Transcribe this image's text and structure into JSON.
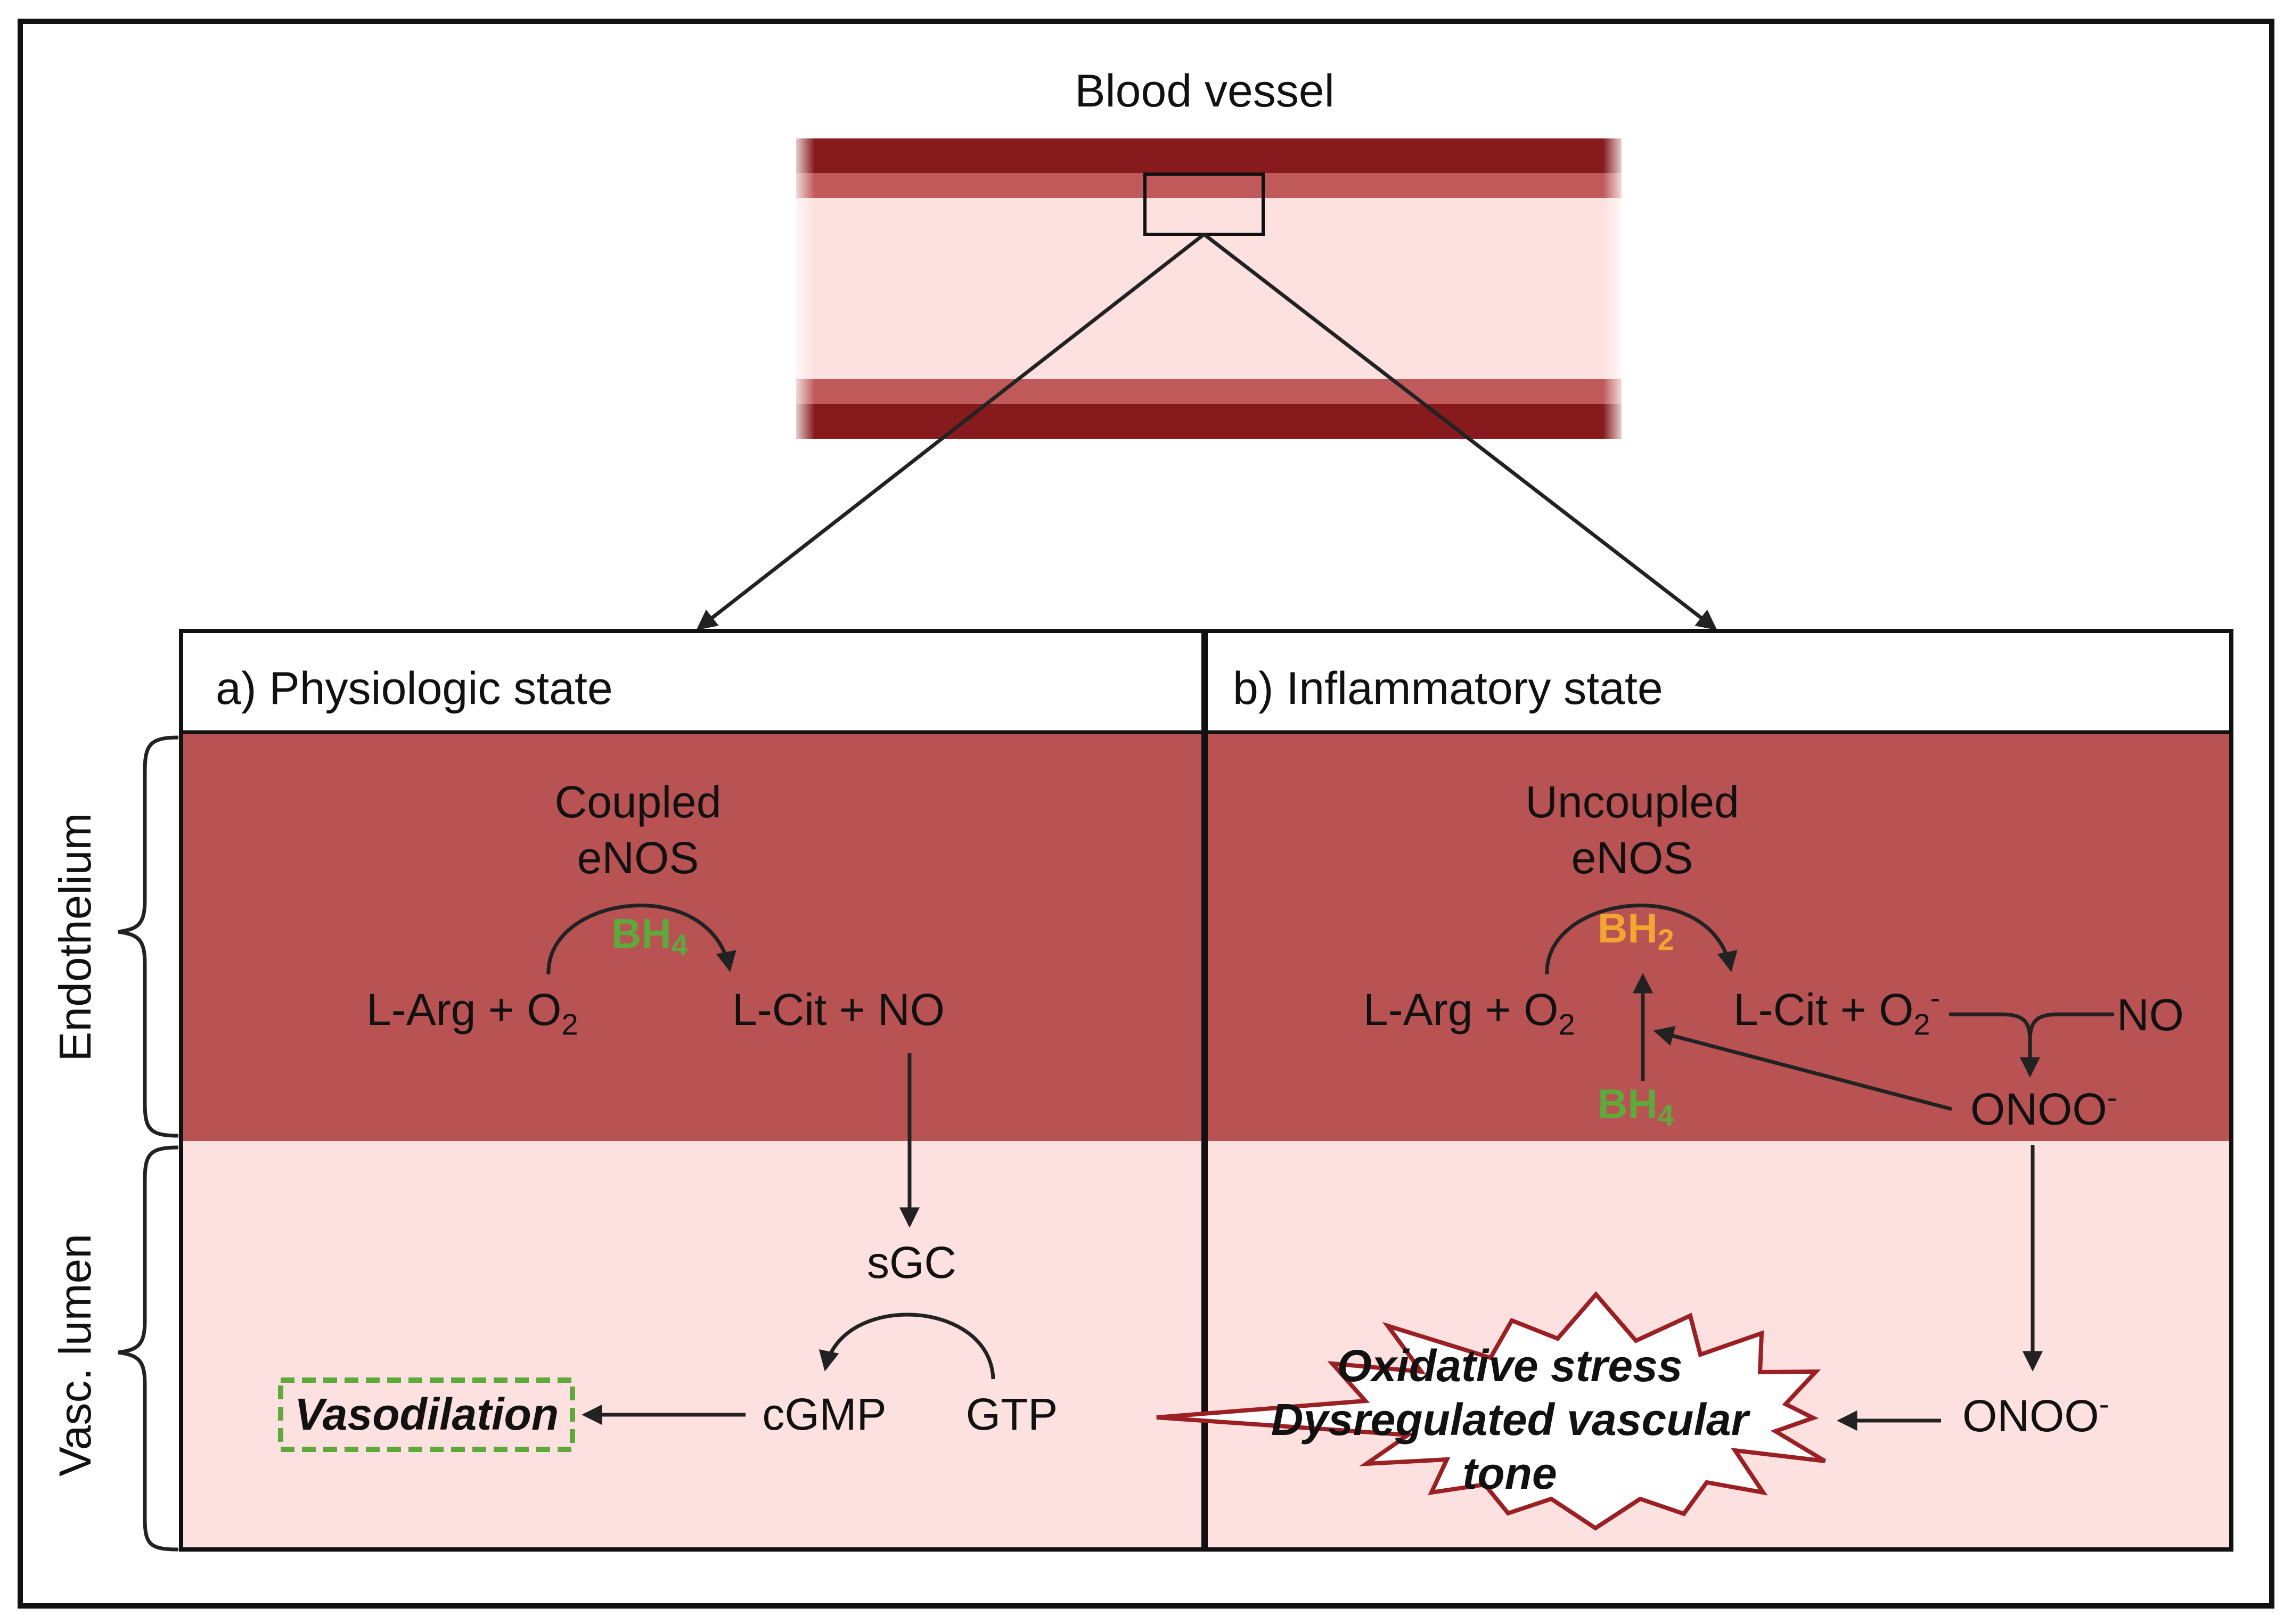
{
  "vessel": {
    "title": "Blood vessel"
  },
  "side_labels": {
    "endothelium": "Endothelium",
    "lumen": "Vasc. lumen"
  },
  "panel_a": {
    "title": "a) Physiologic state",
    "enzyme_line1": "Coupled",
    "enzyme_line2": "eNOS",
    "cofactor_main": "BH",
    "cofactor_sub": "4",
    "substrate_main": "L-Arg + O",
    "substrate_sub": "2",
    "product": "L-Cit + NO",
    "sgc": "sGC",
    "cgmp": "cGMP",
    "gtp": "GTP",
    "outcome": "Vasodilation"
  },
  "panel_b": {
    "title": "b) Inflammatory state",
    "enzyme_line1": "Uncoupled",
    "enzyme_line2": "eNOS",
    "cofactor_ox_main": "BH",
    "cofactor_ox_sub": "2",
    "cofactor_main": "BH",
    "cofactor_sub": "4",
    "substrate_main": "L-Arg + O",
    "substrate_sub": "2",
    "product_main": "L-Cit + O",
    "product_sub": "2",
    "product_sup": "-",
    "no": "NO",
    "onoo_main": "ONOO",
    "onoo_sup": "-",
    "onoo2_main": "ONOO",
    "onoo2_sup": "-",
    "outcome_line1": "Oxidative stress",
    "outcome_line2": "Dysregulated vascular",
    "outcome_line3": "tone"
  },
  "colors": {
    "vessel_wall_dark": "#861a1c",
    "vessel_wall_light": "#c0595a",
    "lumen": "#fde0e0",
    "endothelium": "#b95353",
    "bh4_green": "#5fa83a",
    "bh2_orange": "#f2a531",
    "burst_outline": "#9a2024",
    "arrow": "#222222"
  }
}
